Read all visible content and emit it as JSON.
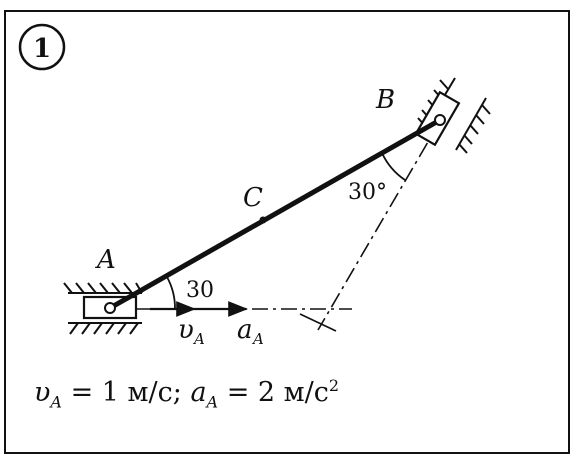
{
  "problem_number": "1",
  "points": {
    "A": "A",
    "B": "B",
    "C": "C"
  },
  "angles": {
    "at_A": "30",
    "at_B": "30°"
  },
  "vectors": {
    "velocity": "υ",
    "velocity_sub": "A",
    "acceleration": "a",
    "acceleration_sub": "A"
  },
  "formula": {
    "v_symbol": "υ",
    "v_sub": "A",
    "v_value": " = 1 м/с; ",
    "a_symbol": "a",
    "a_sub": "A",
    "a_value": " = 2 м/с",
    "a_exp": "2"
  }
}
